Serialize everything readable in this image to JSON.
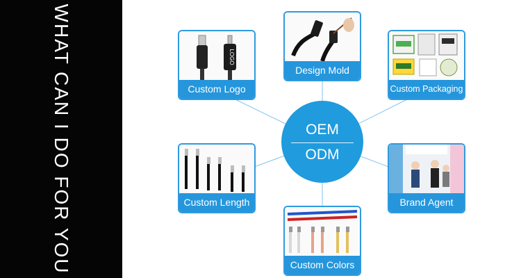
{
  "side_heading": "WHAT CAN I DO FOR YOU",
  "center": {
    "top": "OEM",
    "bottom": "ODM"
  },
  "colors": {
    "accent": "#2596dc",
    "center": "#1f9bde",
    "dark": "#050505"
  },
  "cards": [
    {
      "label": "Custom Logo",
      "logo_text": "LOGO"
    },
    {
      "label": "Design Mold"
    },
    {
      "label": "Custom Packaging"
    },
    {
      "label": "Custom Length"
    },
    {
      "label": "Brand Agent"
    },
    {
      "label": "Custom Colors"
    }
  ]
}
